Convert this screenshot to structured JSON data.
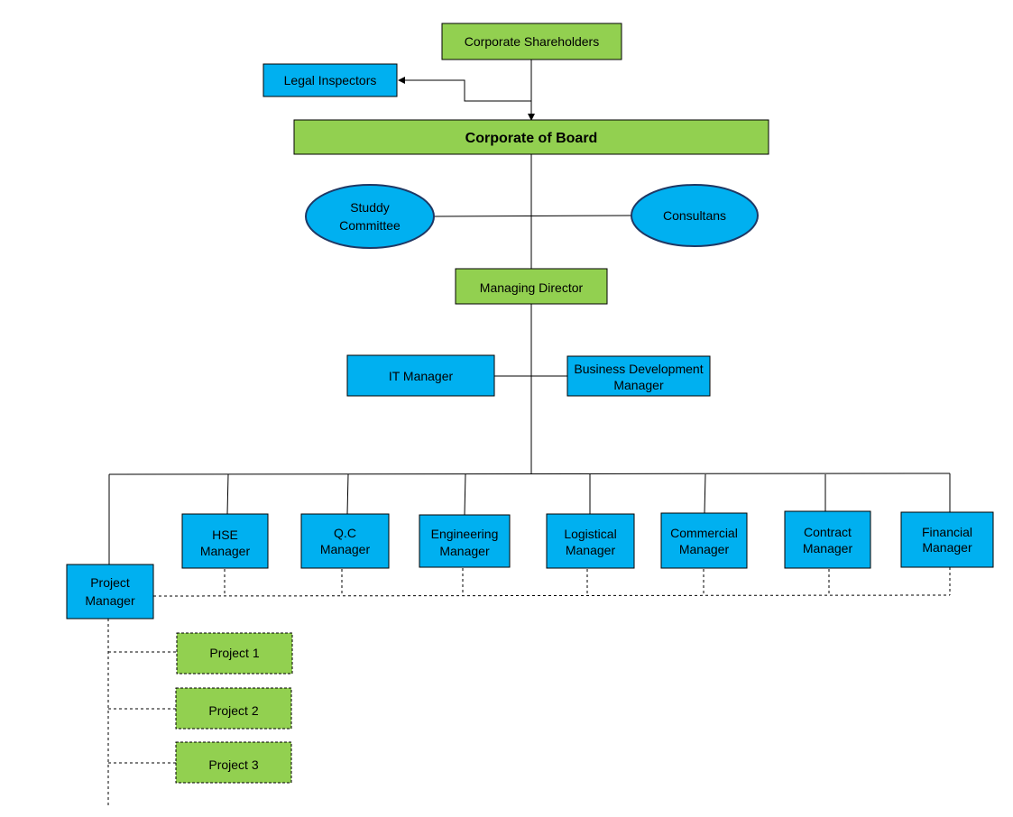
{
  "colors": {
    "green": "#92d050",
    "blue": "#00b0f0",
    "stroke": "#000000",
    "background": "#ffffff"
  },
  "nodes": {
    "shareholders": "Corporate Shareholders",
    "legal": "Legal Inspectors",
    "board": "Corporate of Board",
    "study": [
      "Studdy",
      "Committee"
    ],
    "consultants": "Consultans",
    "md": "Managing Director",
    "it": "IT Manager",
    "bd": [
      "Business Development",
      "Manager"
    ],
    "hse": [
      "HSE",
      "Manager"
    ],
    "qc": [
      "Q.C",
      "Manager"
    ],
    "eng": [
      "Engineering",
      "Manager"
    ],
    "log": [
      "Logistical",
      "Manager"
    ],
    "com": [
      "Commercial",
      "Manager"
    ],
    "con": [
      "Contract",
      "Manager"
    ],
    "fin": [
      "Financial",
      "Manager"
    ],
    "pm": [
      "Project",
      "Manager"
    ],
    "p1": "Project 1",
    "p2": "Project 2",
    "p3": "Project 3"
  }
}
